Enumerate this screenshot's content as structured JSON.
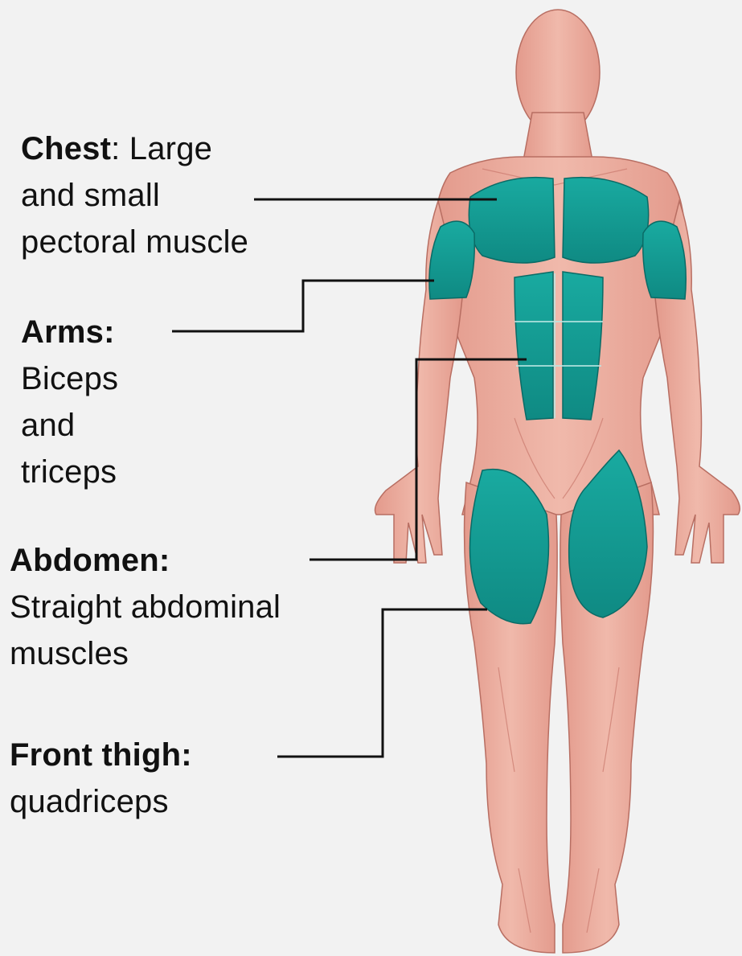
{
  "labels": {
    "chest": {
      "title": "Chest",
      "sep": ": ",
      "line1": "Large",
      "line2": "and small",
      "line3": "pectoral muscle"
    },
    "arms": {
      "title": "Arms:",
      "line1": "Biceps",
      "line2": "and",
      "line3": "triceps"
    },
    "abdomen": {
      "title": "Abdomen:",
      "line1": "Straight abdominal",
      "line2": "muscles"
    },
    "thigh": {
      "title": "Front thigh:",
      "line1": "quadriceps"
    }
  },
  "colors": {
    "background": "#f2f2f2",
    "skin_muscle": "#e8a89a",
    "highlight": "#129a92",
    "leader_line": "#111111"
  }
}
